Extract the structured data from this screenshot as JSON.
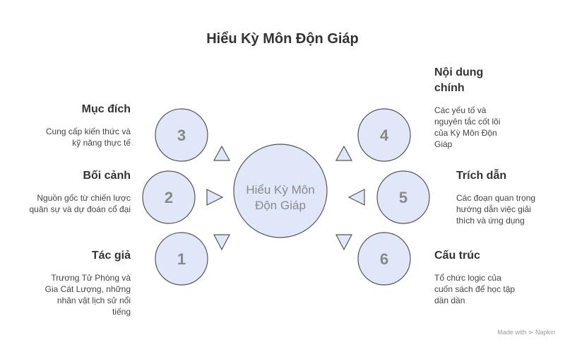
{
  "title": "Hiểu Kỳ Môn Độn Giáp",
  "center": {
    "line1": "Hiểu Kỳ Môn",
    "line2": "Độn Giáp"
  },
  "colors": {
    "circle_fill": "#dfe7f8",
    "circle_stroke": "#555555",
    "number": "#888888"
  },
  "nodes": [
    {
      "number": "1",
      "heading": "Tác giả",
      "text": "Trương Tử Phòng và Gia Cát Lượng, những nhân vật lịch sử nổi tiếng"
    },
    {
      "number": "2",
      "heading": "Bối cảnh",
      "text": "Nguồn gốc từ chiến lược quân sự và dự đoán cổ đại"
    },
    {
      "number": "3",
      "heading": "Mục đích",
      "text": "Cung cấp kiến thức và kỹ năng thực tế"
    },
    {
      "number": "4",
      "heading": "Nội dung chính",
      "text": "Các yếu tố và nguyên tắc cốt lõi của Kỳ Môn Độn Giáp"
    },
    {
      "number": "5",
      "heading": "Trích dẫn",
      "text": "Các đoạn quan trọng hướng dẫn việc giải thích và ứng dụng"
    },
    {
      "number": "6",
      "heading": "Cấu trúc",
      "text": "Tổ chức logic của cuốn sách để học tập dần dần"
    }
  ],
  "footer": "Made with ⋗ Napkin"
}
